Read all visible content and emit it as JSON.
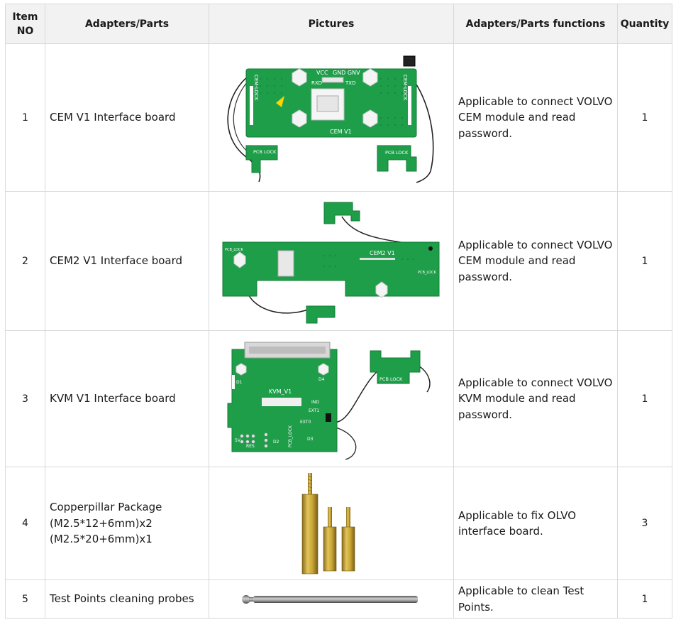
{
  "headers": {
    "item_no_line1": "Item",
    "item_no_line2": "NO",
    "parts": "Adapters/Parts",
    "pictures": "Pictures",
    "functions": "Adapters/Parts functions",
    "quantity": "Quantity"
  },
  "rows": [
    {
      "no": "1",
      "name": [
        "CEM V1 Interface board"
      ],
      "function": "Applicable to connect VOLVO CEM module and read password.",
      "quantity": "1",
      "picture_labels": {
        "left_side": "CEM-LOCK",
        "right_side": "CEM-LOCK",
        "vcc": "VCC",
        "gnd_gnv": "GND GNV",
        "rxd": "RXD",
        "txd": "TXD",
        "board": "CEM V1",
        "tab_left": "PCB LOCK",
        "tab_right": "PCB LOCK"
      }
    },
    {
      "no": "2",
      "name": [
        "CEM2 V1 Interface board"
      ],
      "function": "Applicable to connect VOLVO CEM module and read password.",
      "quantity": "1",
      "picture_labels": {
        "board": "CEM2 V1",
        "pcb_lock_left": "PCB_LOCK",
        "pcb_lock_right": "PCB_LOCK"
      }
    },
    {
      "no": "3",
      "name": [
        "KVM V1 Interface board"
      ],
      "function": "Applicable to connect VOLVO KVM module and read password.",
      "quantity": "1",
      "picture_labels": {
        "board": "KVM_V1",
        "d1": "D1",
        "d4": "D4",
        "ind": "IND",
        "ext1": "EXT1",
        "ext0": "EXT0",
        "pcb_lock": "PCB_LOCK",
        "d3": "D3",
        "v5": "5V",
        "res": "RES",
        "d2": "D2",
        "tab": "PCB LOCK"
      }
    },
    {
      "no": "4",
      "name": [
        "Copperpillar Package",
        "(M2.5*12+6mm)x2",
        "(M2.5*20+6mm)x1"
      ],
      "function": "Applicable to fix OLVO interface board.",
      "quantity": "3"
    },
    {
      "no": "5",
      "name": [
        "Test Points cleaning probes"
      ],
      "function": "Applicable to clean Test Points.",
      "quantity": "1"
    }
  ],
  "colors": {
    "pcb_green": "#1f9e4a",
    "pcb_dark": "#137a36",
    "header_bg": "#f2f2f2",
    "border": "#d9d9d9",
    "brass": "#c9a635"
  }
}
